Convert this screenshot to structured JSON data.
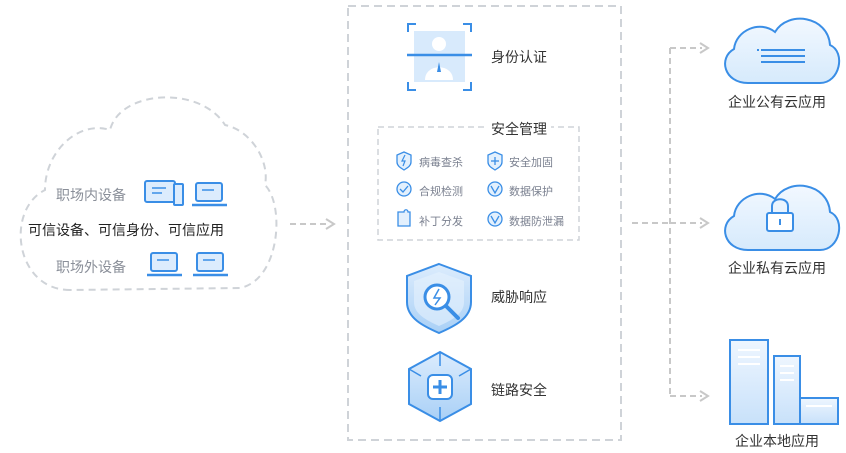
{
  "left_cloud": {
    "inside_devices_label": "职场内设备",
    "trusted_label": "可信设备、可信身份、可信应用",
    "outside_devices_label": "职场外设备"
  },
  "gateway": {
    "identity_label": "身份认证",
    "security_mgmt": {
      "title": "安全管理",
      "items": [
        {
          "label": "病毒查杀",
          "icon": "lightning-shield-icon"
        },
        {
          "label": "安全加固",
          "icon": "plus-shield-icon"
        },
        {
          "label": "合规检测",
          "icon": "check-circle-icon"
        },
        {
          "label": "数据保护",
          "icon": "shield-circle-icon"
        },
        {
          "label": "补丁分发",
          "icon": "puzzle-icon"
        },
        {
          "label": "数据防泄漏",
          "icon": "shield-circle-icon"
        }
      ]
    },
    "threat_label": "威胁响应",
    "link_label": "链路安全"
  },
  "targets": {
    "public_cloud": "企业公有云应用",
    "private_cloud": "企业私有云应用",
    "local_app": "企业本地应用"
  },
  "colors": {
    "accent": "#3a8ee6",
    "light_blue": "#cfe6fb",
    "dash": "#c8c8c8"
  }
}
